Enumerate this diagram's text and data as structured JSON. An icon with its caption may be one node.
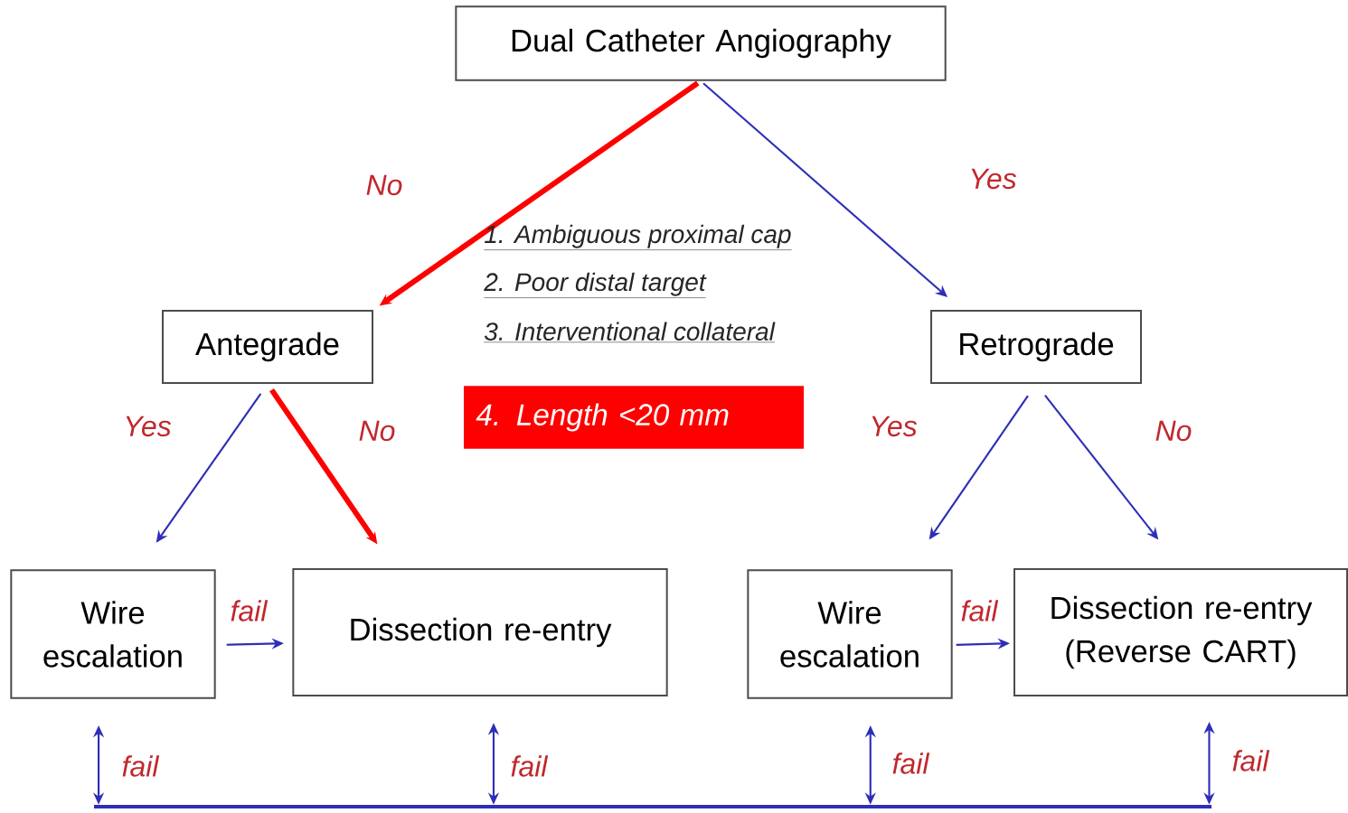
{
  "diagram": {
    "nodes": [
      {
        "text": [
          "Dual Catheter Angiography"
        ]
      },
      {
        "text": [
          "Antegrade"
        ]
      },
      {
        "text": [
          "Retrograde"
        ]
      },
      {
        "text": [
          "Wire escalation"
        ]
      },
      {
        "text": [
          "Dissection re-entry"
        ]
      },
      {
        "text": [
          "Wire escalation"
        ]
      },
      {
        "text": [
          "Dissection re-entry (Reverse CART)"
        ]
      },
      {
        "text": [
          "4. Length <20 mm"
        ]
      },
      {
        "text": [],
        "shape": "bar"
      }
    ],
    "edges": [
      {
        "from": 0,
        "to": 1,
        "arrow": "to",
        "label": "No",
        "style": "thick",
        "color": "#ff0000"
      },
      {
        "from": 0,
        "to": 2,
        "arrow": "to",
        "label": "Yes"
      },
      {
        "from": 1,
        "to": 3,
        "arrow": "to",
        "label": "Yes"
      },
      {
        "from": 1,
        "to": 4,
        "arrow": "to",
        "label": "No",
        "style": "thick",
        "color": "#ff0000"
      },
      {
        "from": 2,
        "to": 5,
        "arrow": "to",
        "label": "Yes"
      },
      {
        "from": 2,
        "to": 6,
        "arrow": "to",
        "label": "No"
      },
      {
        "from": 3,
        "to": 4,
        "arrow": "to",
        "label": "fail"
      },
      {
        "from": 5,
        "to": 6,
        "arrow": "to",
        "label": "fail"
      },
      {
        "from": 3,
        "to": 8,
        "arrow": "both",
        "label": "fail"
      },
      {
        "from": 4,
        "to": 8,
        "arrow": "both",
        "label": "fail"
      },
      {
        "from": 5,
        "to": 8,
        "arrow": "both",
        "label": "fail"
      },
      {
        "from": 6,
        "to": 8,
        "arrow": "both",
        "label": "fail"
      }
    ],
    "labels": [
      "1. Ambiguous proximal cap",
      "2. Poor distal target",
      "3. Interventional collateral"
    ]
  }
}
